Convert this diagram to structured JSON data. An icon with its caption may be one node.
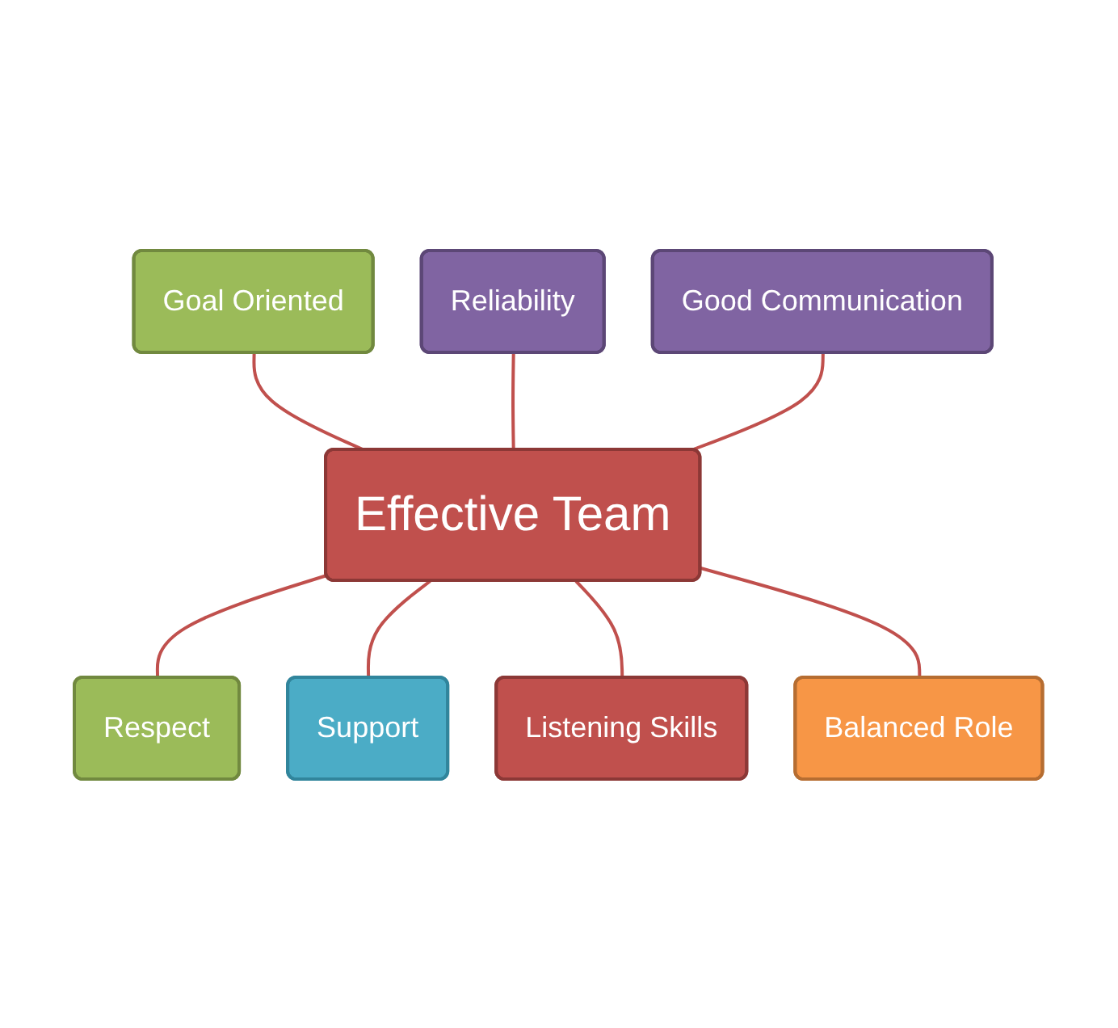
{
  "diagram": {
    "nodes": [
      {
        "text": [
          "Goal Oriented"
        ]
      },
      {
        "text": [
          "Reliability"
        ]
      },
      {
        "text": [
          "Good Communication"
        ]
      },
      {
        "text": [
          "Effective Team"
        ]
      },
      {
        "text": [
          "Respect"
        ]
      },
      {
        "text": [
          "Support"
        ]
      },
      {
        "text": [
          "Listening Skills"
        ]
      },
      {
        "text": [
          "Balanced Role"
        ]
      }
    ],
    "edges": [
      {
        "from": 0,
        "to": 3,
        "arrow": "none"
      },
      {
        "from": 1,
        "to": 3,
        "arrow": "none"
      },
      {
        "from": 2,
        "to": 3,
        "arrow": "none"
      },
      {
        "from": 3,
        "to": 4,
        "arrow": "none"
      },
      {
        "from": 3,
        "to": 5,
        "arrow": "none"
      },
      {
        "from": 3,
        "to": 6,
        "arrow": "none"
      },
      {
        "from": 3,
        "to": 7,
        "arrow": "none"
      }
    ]
  }
}
